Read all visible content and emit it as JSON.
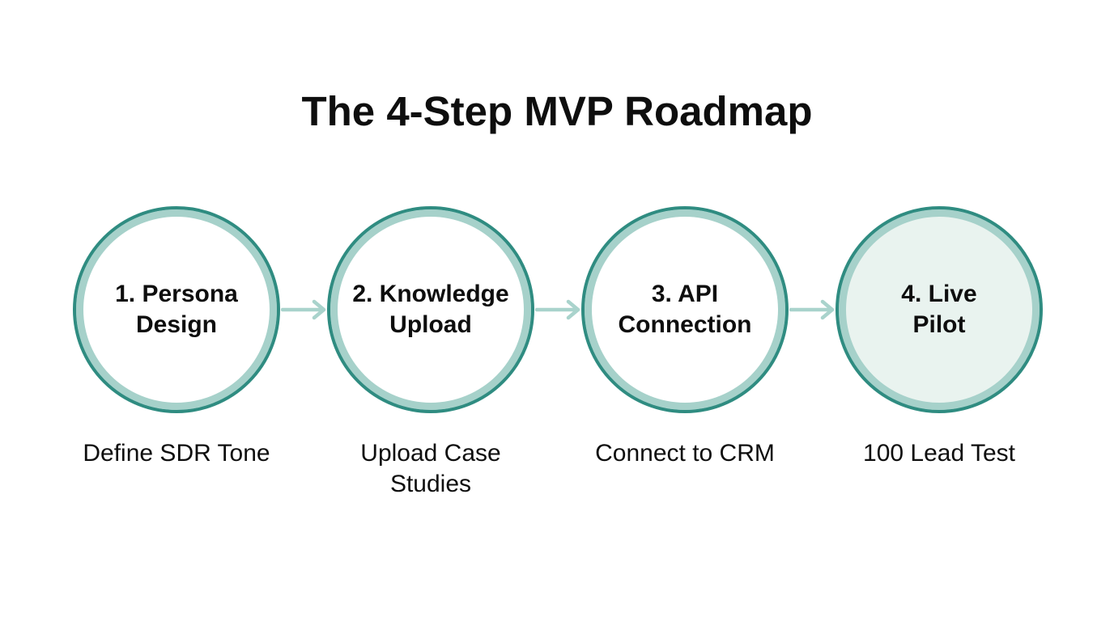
{
  "title": "The 4-Step MVP Roadmap",
  "colors": {
    "background": "#ffffff",
    "ring_outer": "#2f8c81",
    "ring_inner": "#a6d1ca",
    "arrow": "#a9d3cc",
    "step_fill_default": "#ffffff",
    "step_fill_highlight": "#e9f3ef",
    "text": "#0e0e0e"
  },
  "steps": [
    {
      "label": "1. Persona\nDesign",
      "caption": "Define SDR Tone",
      "highlighted": false
    },
    {
      "label": "2. Knowledge\nUpload",
      "caption": "Upload Case\nStudies",
      "highlighted": false
    },
    {
      "label": "3. API\nConnection",
      "caption": "Connect to CRM",
      "highlighted": false
    },
    {
      "label": "4. Live\nPilot",
      "caption": "100 Lead Test",
      "highlighted": true
    }
  ]
}
